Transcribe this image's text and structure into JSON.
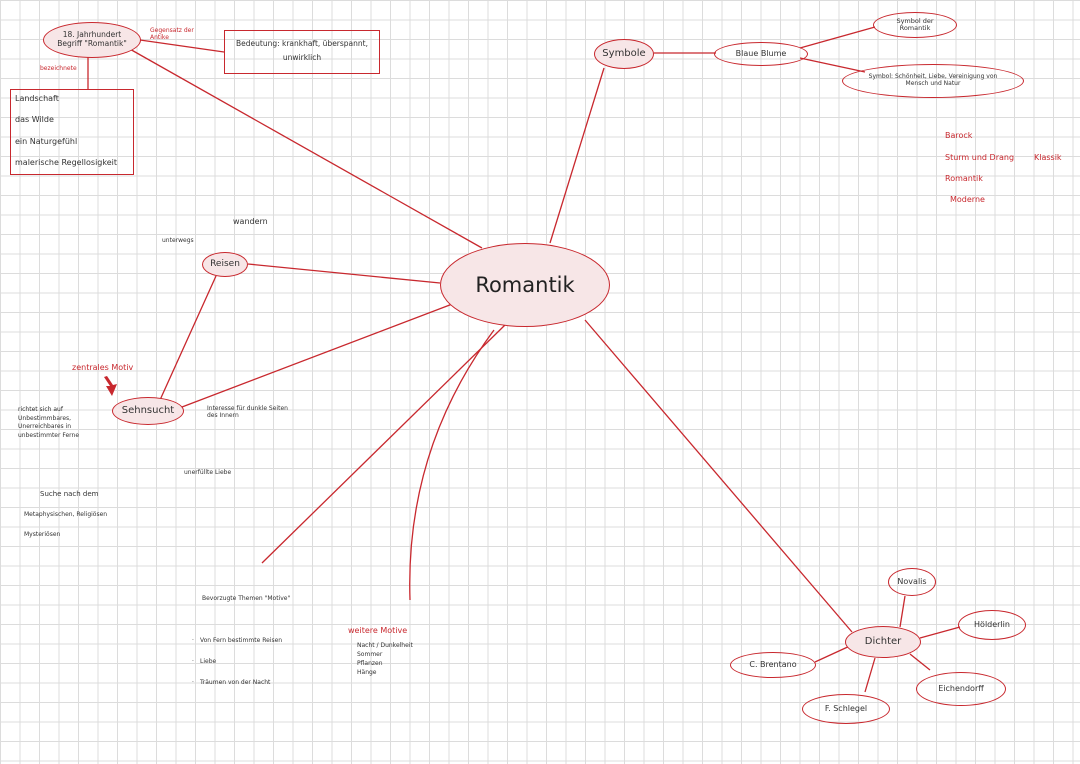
{
  "colors": {
    "accent": "#c8282e",
    "node_fill": "#f7e6e7",
    "grid": "#dcdcdc",
    "text": "#333333"
  },
  "center": {
    "label": "Romantik"
  },
  "history": {
    "title": "18. Jahrhundert Begriff \"Romantik\"",
    "side_note": "Gegensatz der Antike",
    "bezeichnete": "bezeichnete",
    "box_items": [
      "Landschaft",
      "das Wilde",
      "ein Naturgefühl",
      "malerische Regellosigkeit"
    ],
    "meaning": "Bedeutung: krankhaft, überspannt, unwirklich"
  },
  "symbols": {
    "node": "Symbole",
    "blue_flower": "Blaue Blume",
    "symbol_of": "Symbol der Romantik",
    "symbol_for": "Symbol: Schönheit, Liebe, Vereinigung von Mensch und Natur"
  },
  "epochs": [
    "Barock",
    "Sturm und Drang",
    "Klassik",
    "Romantik",
    "Moderne"
  ],
  "travel": {
    "node": "Reisen",
    "wandern": "wandern",
    "unterwegs": "unterwegs"
  },
  "longing": {
    "node": "Sehnsucht",
    "zentrales": "zentrales Motiv",
    "left_note": "richtet sich auf Unbestimmbares, Unerreichbares in unbestimmter Ferne",
    "right_note": "Interesse für dunkle Seiten des Innern",
    "unerfuellte": "unerfüllte Liebe",
    "search_lines": [
      "Suche nach dem",
      "Metaphysischen, Religiösen",
      "Mysteriösen"
    ]
  },
  "themes": {
    "title": "Bevorzugte Themen \"Motive\"",
    "items": [
      "Von Fern bestimmte Reisen",
      "Liebe",
      "Träumen von der Nacht"
    ]
  },
  "motifs": {
    "title": "weitere Motive",
    "items": [
      "Nacht / Dunkelheit",
      "Sommer",
      "Pflanzen",
      "Hänge"
    ]
  },
  "poets": {
    "node": "Dichter",
    "names": [
      "Novalis",
      "Hölderlin",
      "Eichendorff",
      "F. Schlegel",
      "C. Brentano"
    ]
  }
}
